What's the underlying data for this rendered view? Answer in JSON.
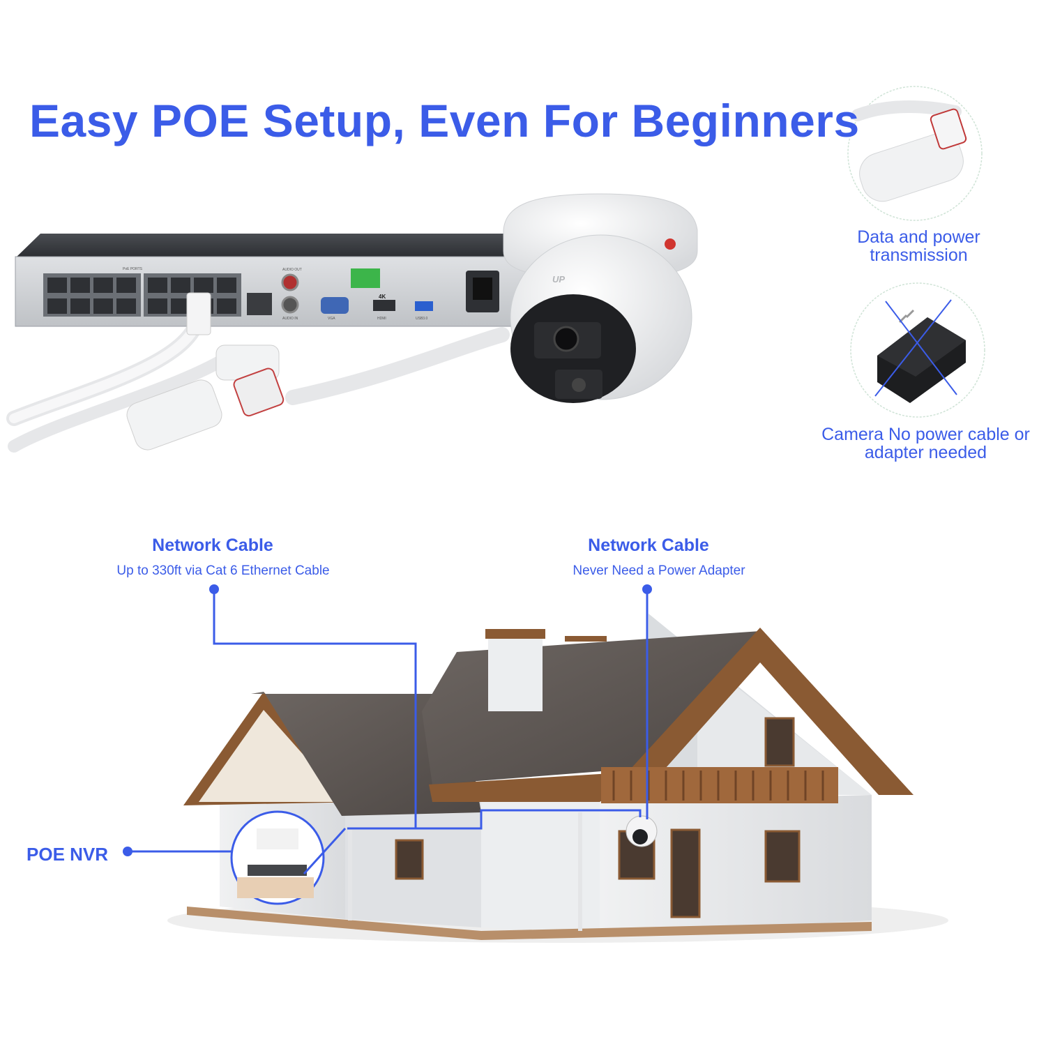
{
  "title": "Easy POE Setup, Even For Beginners",
  "features": [
    {
      "label": "Data and power transmission",
      "icon": "cable-connector-icon"
    },
    {
      "label": "Camera No power cable or adapter needed",
      "icon": "crossed-power-adapter-icon"
    }
  ],
  "diagram": {
    "left_label": {
      "title": "Network Cable",
      "subtitle": "Up to 330ft via Cat 6 Ethernet Cable"
    },
    "right_label": {
      "title": "Network Cable",
      "subtitle": "Never Need a Power Adapter"
    },
    "nvr_label": "POE NVR"
  },
  "nvr_port_labels": [
    "AUDIO OUT",
    "AUDIO IN",
    "VGA",
    "4K",
    "HDMI",
    "USB3.0",
    "PoE PORTS"
  ],
  "camera_brand_mark": "UP",
  "colors": {
    "accent": "#3b5ce8"
  }
}
